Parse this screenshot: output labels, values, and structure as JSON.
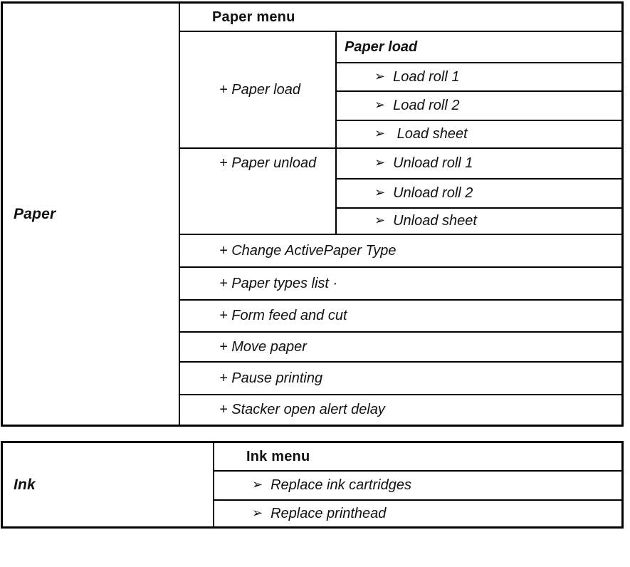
{
  "icons": {
    "arrow": "➢"
  },
  "colors": {
    "border": "#000000",
    "text": "#111111",
    "background": "#ffffff"
  },
  "paper_table": {
    "row_label": "Paper",
    "menu_title": "Paper menu",
    "load_group": {
      "parent": "+ Paper load",
      "header": "Paper load",
      "items": [
        "Load roll 1",
        "Load roll 2",
        " Load sheet"
      ]
    },
    "unload_group": {
      "parent": "+ Paper unload",
      "items": [
        "Unload roll 1",
        "Unload roll 2",
        "Unload sheet"
      ]
    },
    "flat_rows": [
      "+ Change ActivePaper Type",
      "+ Paper types list ·",
      "+ Form feed and cut",
      "+ Move paper",
      "+ Pause printing",
      "+ Stacker open alert delay"
    ]
  },
  "ink_table": {
    "row_label": "Ink",
    "menu_title": "Ink menu",
    "items": [
      "Replace ink cartridges",
      "Replace printhead"
    ]
  }
}
